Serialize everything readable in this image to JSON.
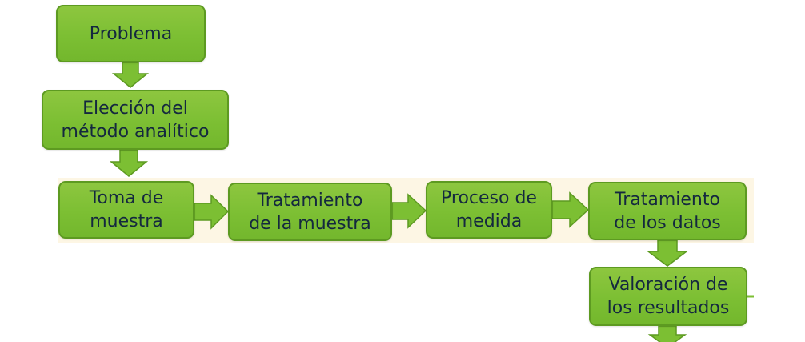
{
  "colors": {
    "box_fill": "#7cbf33",
    "box_border": "#5d9a21",
    "text": "#14283f",
    "band": "#fdf6e4"
  },
  "steps": {
    "problema": "Problema",
    "eleccion": "Elección del\nmétodo analítico",
    "toma": "Toma de\nmuestra",
    "tratamiento_muestra": "Tratamiento\nde la muestra",
    "proceso": "Proceso de\nmedida",
    "tratamiento_datos": "Tratamiento\nde los datos",
    "valoracion": "Valoración de\nlos resultados"
  }
}
